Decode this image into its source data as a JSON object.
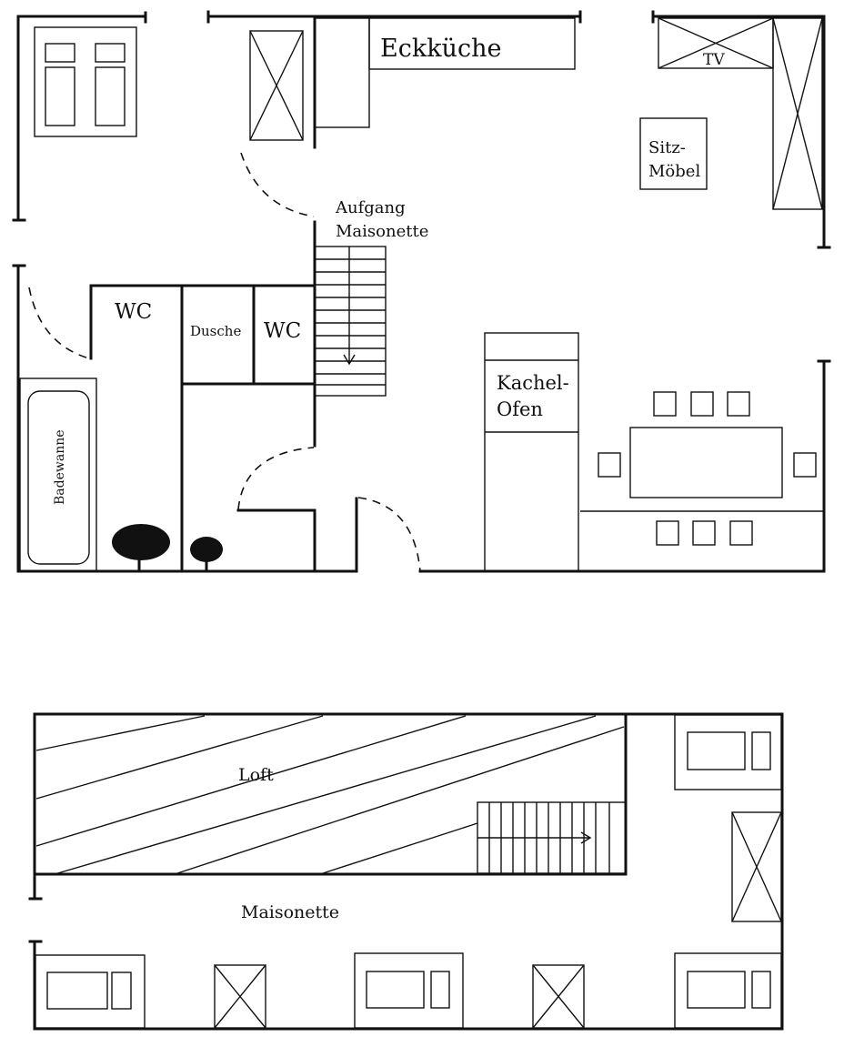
{
  "labels": {
    "kitchen": "Eckküche",
    "tv": "TV",
    "seating_line1": "Sitz-",
    "seating_line2": "Möbel",
    "stairs_line1": "Aufgang",
    "stairs_line2": "Maisonette",
    "wc_large": "WC",
    "shower": "Dusche",
    "wc_small": "WC",
    "bathtub": "Badewanne",
    "stove_line1": "Kachel-",
    "stove_line2": "Ofen",
    "loft": "Loft",
    "maisonette": "Maisonette"
  },
  "colors": {
    "ink": "#111111",
    "fixture_fill": "#111111",
    "background": "#ffffff"
  }
}
